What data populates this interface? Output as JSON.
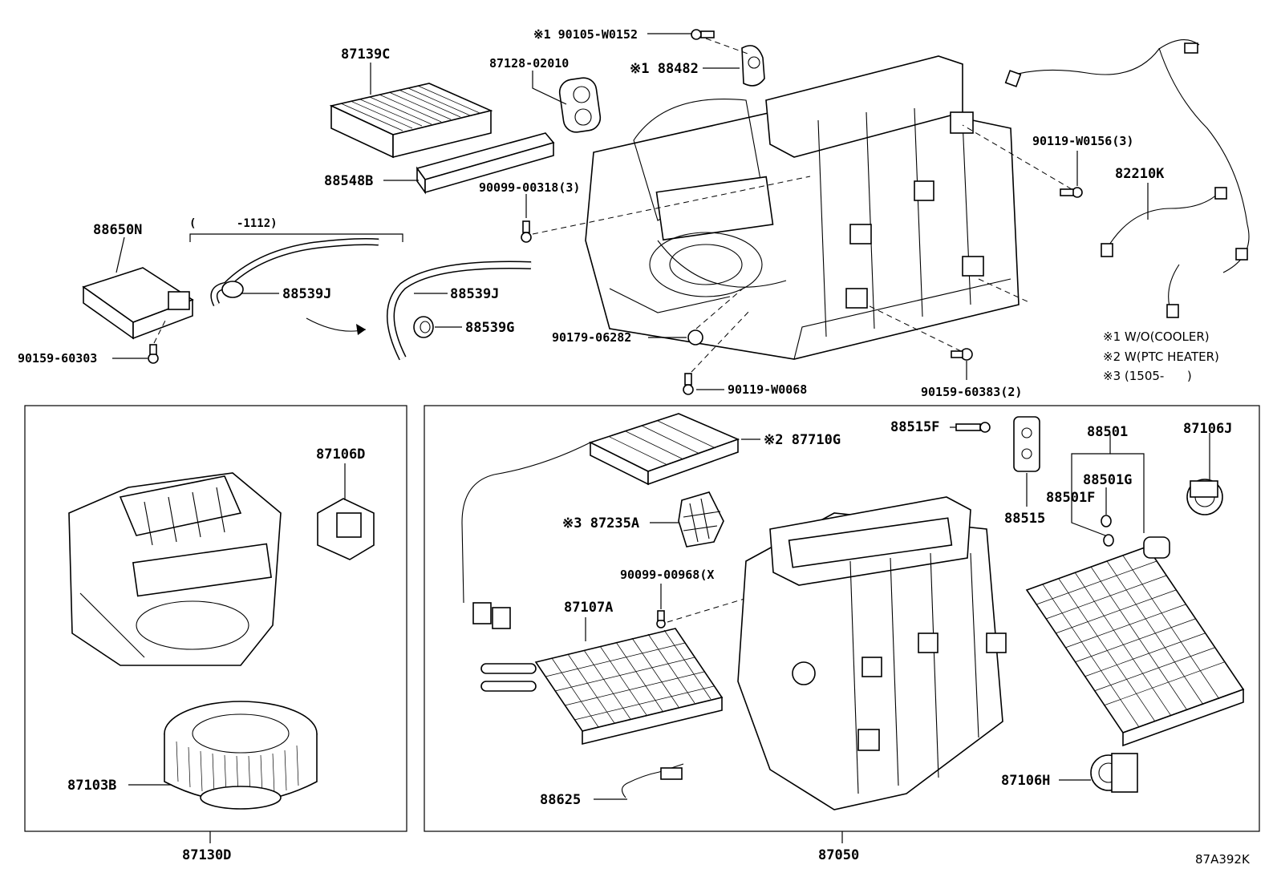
{
  "labels": {
    "p87139C": "87139C",
    "p87128": "87128-02010",
    "p90105": "※1 90105-W0152",
    "p88482": "※1 88482",
    "p88548B": "88548B",
    "p90099_318": "90099-00318(3)",
    "p88650N": "88650N",
    "range1112": "(      -1112)",
    "p88539J_a": "88539J",
    "p88539J_b": "88539J",
    "p88539G": "88539G",
    "p90159_303": "90159-60303",
    "p90179": "90179-06282",
    "p90119_68": "90119-W0068",
    "p90119_156": "90119-W0156(3)",
    "p82210K": "82210K",
    "p90159_383": "90159-60383(2)",
    "p87106D": "87106D",
    "p87103B": "87103B",
    "p87130D": "87130D",
    "p87710G": "※2 87710G",
    "p88515F": "88515F",
    "p88515": "88515",
    "p88501": "88501",
    "p88501G": "88501G",
    "p88501F": "88501F",
    "p87106J": "87106J",
    "p87235A": "※3 87235A",
    "p90099_968": "90099-00968(X",
    "p87107A": "87107A",
    "p88625": "88625",
    "p87106H": "87106H",
    "p87050": "87050",
    "diagram_code": "87A392K"
  },
  "notes": [
    "※1 W/O(COOLER)",
    "※2 W(PTC HEATER)",
    "※3 (1505-      )"
  ]
}
